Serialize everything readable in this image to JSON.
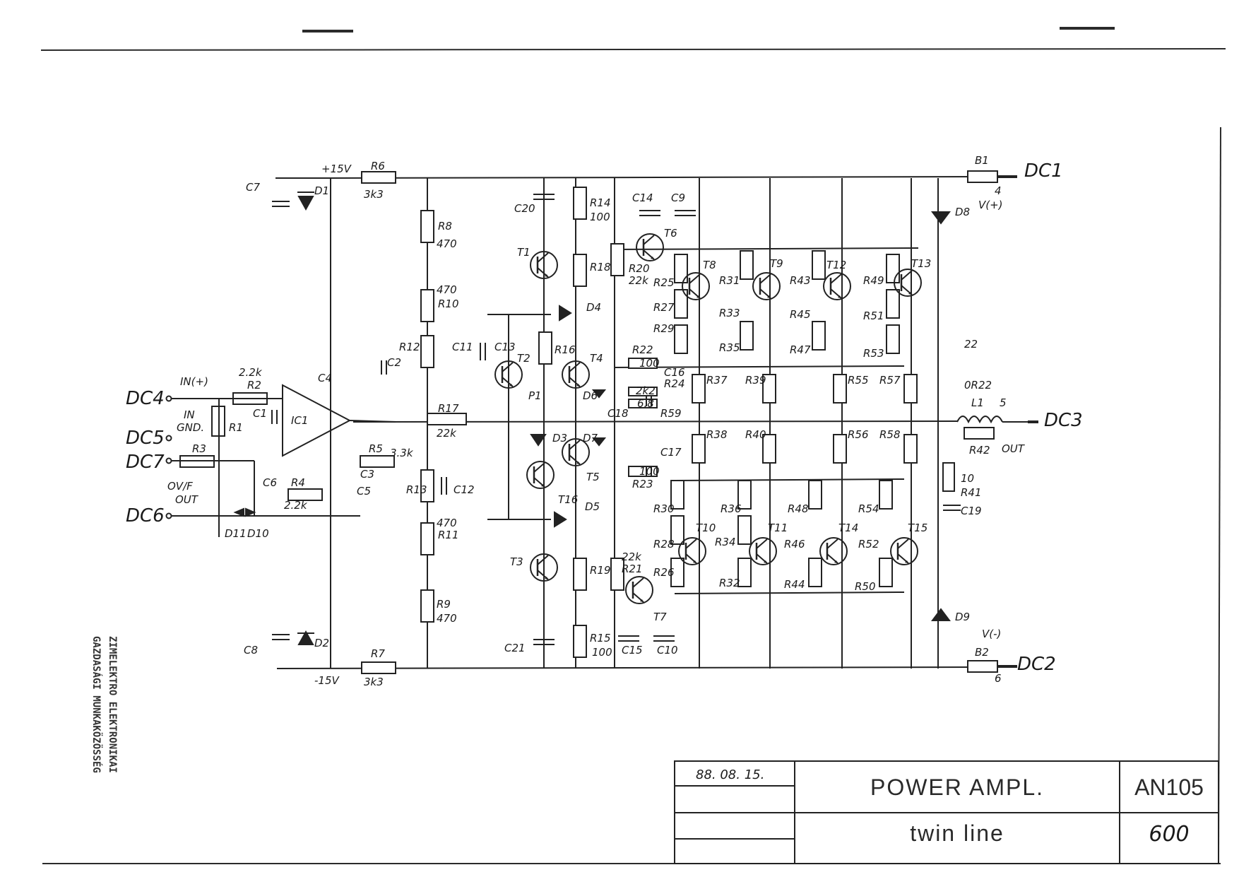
{
  "supply": {
    "pos": "+15V",
    "neg": "-15V",
    "r6": "R6",
    "r6_val": "3k3",
    "r7": "R7",
    "r7_val": "3k3",
    "c7": "C7",
    "d1": "D1",
    "c8": "C8",
    "d2": "D2"
  },
  "connectors": {
    "dc1": "DC1",
    "dc2": "DC2",
    "dc3": "DC3",
    "dc4": "DC4",
    "dc5": "DC5",
    "dc6": "DC6",
    "dc7": "DC7"
  },
  "inputs": {
    "in_pos": "IN(+)",
    "in_gnd_1": "IN",
    "in_gnd_2": "GND.",
    "ovf_1": "OV/F",
    "ovf_2": "OUT"
  },
  "components": {
    "r2": "R2",
    "r2_val": "2.2k",
    "r1": "R1",
    "r3": "R3",
    "r4": "R4",
    "r4_val": "2.2k",
    "r5": "R5",
    "r5_val": "3.3k",
    "c1": "C1",
    "c4": "C4",
    "c2": "C2",
    "c3": "C3",
    "c5": "C5",
    "c6": "C6",
    "ic1": "IC1",
    "d10": "D10",
    "d11": "D11",
    "r8": "R8",
    "r8_val": "470",
    "r10": "R10",
    "r10_val": "470",
    "r12": "R12",
    "c11": "C11",
    "r17": "R17",
    "r17_val": "22k",
    "r13": "R13",
    "c12": "C12",
    "r11": "R11",
    "r11_val": "470",
    "r9": "R9",
    "r9_val": "470",
    "c20": "C20",
    "c21": "C21",
    "r14": "R14",
    "r14_val": "100",
    "r18": "R18",
    "r15": "R15",
    "r15_val": "100",
    "r19": "R19",
    "r16": "R16",
    "p1": "P1",
    "c13": "C13",
    "d3": "D3",
    "d4": "D4",
    "d5": "D5",
    "d6": "D6",
    "d7": "D7",
    "t1": "T1",
    "t2": "T2",
    "t3": "T3",
    "t4": "T4",
    "t5": "T5",
    "t6": "T6",
    "t7": "T7",
    "t16": "T16",
    "c14": "C14",
    "c9": "C9",
    "r20": "R20",
    "r20_val": "22k",
    "r21": "R21",
    "r21_val": "22k",
    "c15": "C15",
    "c10": "C10",
    "r22": "R22",
    "r22_val": "100",
    "r23": "R23",
    "r23_val": "100",
    "r24": "R24",
    "r24_val": "2k2",
    "r59": "R59",
    "r59_val": "6.8",
    "c16": "C16",
    "c17": "C17",
    "c18": "C18",
    "r25": "R25",
    "r26": "R26",
    "r27": "R27",
    "r28": "R28",
    "r29": "R29",
    "r30": "R30",
    "r31": "R31",
    "r32": "R32",
    "r33": "R33",
    "r34": "R34",
    "r35": "R35",
    "r36": "R36",
    "r37": "R37",
    "r38": "R38",
    "r39": "R39",
    "r40": "R40",
    "r43": "R43",
    "r44": "R44",
    "r45": "R45",
    "r46": "R46",
    "r47": "R47",
    "r48": "R48",
    "r49": "R49",
    "r50": "R50",
    "r51": "R51",
    "r52": "R52",
    "r53": "R53",
    "r54": "R54",
    "r55": "R55",
    "r56": "R56",
    "r57": "R57",
    "r58": "R58",
    "t8": "T8",
    "t9": "T9",
    "t12": "T12",
    "t13": "T13",
    "t10": "T10",
    "t11": "T11",
    "t14": "T14",
    "t15": "T15",
    "b1": "B1",
    "b1_pin": "4",
    "b2": "B2",
    "b2_pin": "6",
    "d8": "D8",
    "d9": "D9",
    "vpos": "V(+)",
    "vneg": "V(-)",
    "l1": "L1",
    "l1_pin": "5",
    "r42": "R42",
    "out": "OUT",
    "r41": "R41",
    "r41_val": "10",
    "c19": "C19",
    "note_22": "22",
    "note_0r22": "0R22"
  },
  "title_block": {
    "date": "88. 08. 15.",
    "title": "POWER AMPL.",
    "subtitle": "twin line",
    "code": "AN105",
    "number": "600"
  },
  "stamp": {
    "line1": "ZIMELEKTRO ELEKTRONIKAI",
    "line2": "GAZDASÁGI MUNKAKÖZÖSSÉG"
  }
}
